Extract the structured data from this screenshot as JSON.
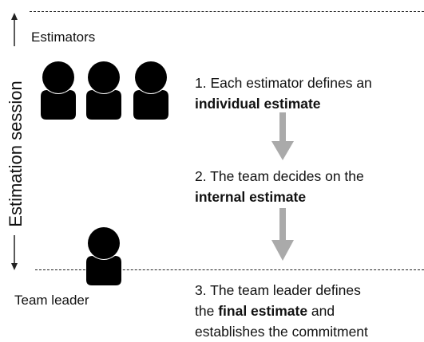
{
  "labels": {
    "estimators": "Estimators",
    "team_leader": "Team leader",
    "session": "Estimation session"
  },
  "steps": [
    {
      "line1": "1. Each estimator defines an",
      "bold": "individual estimate"
    },
    {
      "line1": "2. The team decides on the",
      "bold": "internal estimate"
    },
    {
      "prefix": "3. The team leader defines",
      "pre_bold": "the ",
      "bold": "final estimate",
      "post_bold": " and",
      "line3": "establishes the commitment"
    }
  ],
  "icons": {
    "person": "person-icon",
    "flow_arrow": "down-arrow-icon",
    "session_arrow": "double-arrow-icon"
  },
  "colors": {
    "person": "#000000",
    "flow_arrow": "#aaaaaa",
    "line": "#222222"
  }
}
